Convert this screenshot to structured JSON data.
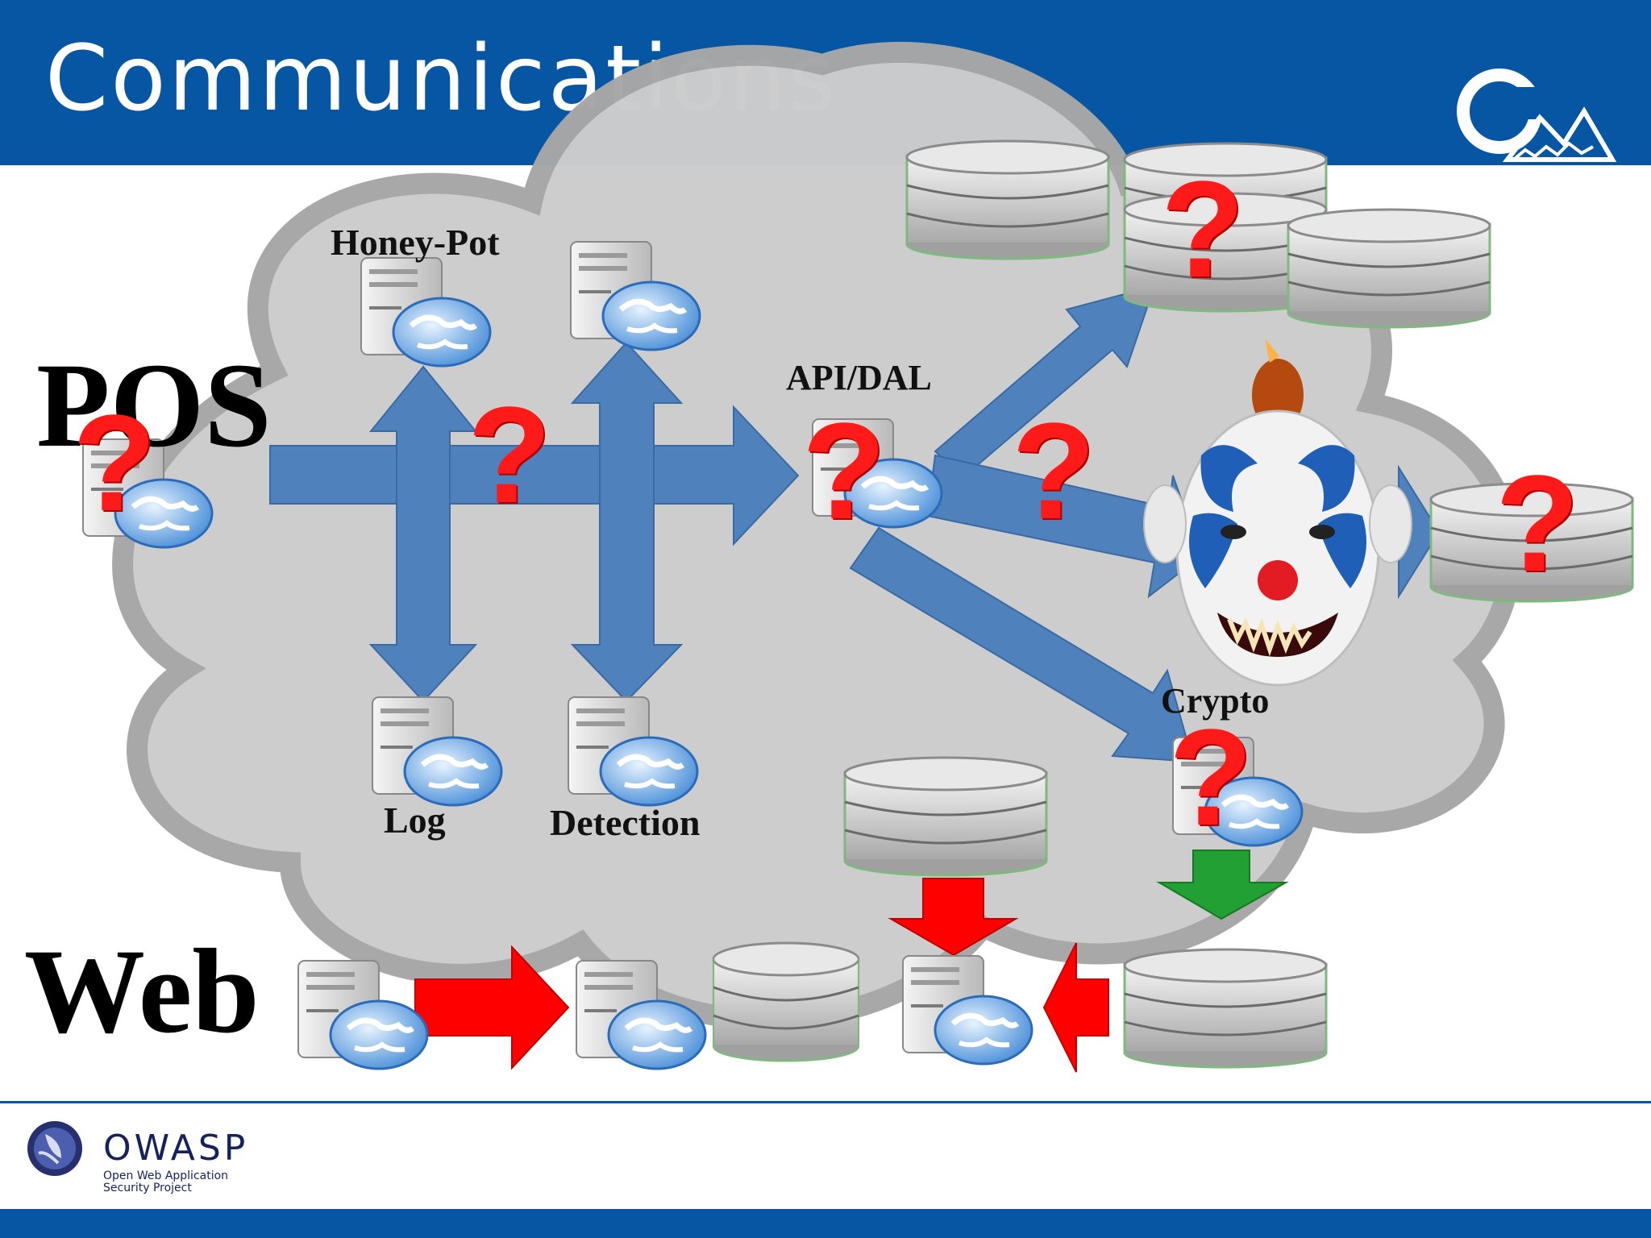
{
  "slide": {
    "title": "Communications",
    "brand_color": "#0656a3"
  },
  "labels": {
    "honeypot": "Honey-Pot",
    "api": "API/DAL",
    "log": "Log",
    "detection": "Detection",
    "crypto": "Crypto",
    "pos": "POS",
    "web": "Web"
  },
  "question_mark": "?",
  "footer": {
    "owasp_name": "OWASP",
    "owasp_tagline_1": "Open Web Application",
    "owasp_tagline_2": "Security Project"
  },
  "icons": {
    "server": "server-globe-icon",
    "database": "database-icon",
    "clown": "clown-face-icon",
    "logo": "mountain-logo-icon",
    "owasp": "owasp-logo-icon"
  },
  "colors": {
    "blue_arrow": "#4f81bd",
    "red_arrow": "#ff0000",
    "green_arrow": "#22a033",
    "question": "#ff1a1a",
    "cloud": "#cfcfcf"
  }
}
